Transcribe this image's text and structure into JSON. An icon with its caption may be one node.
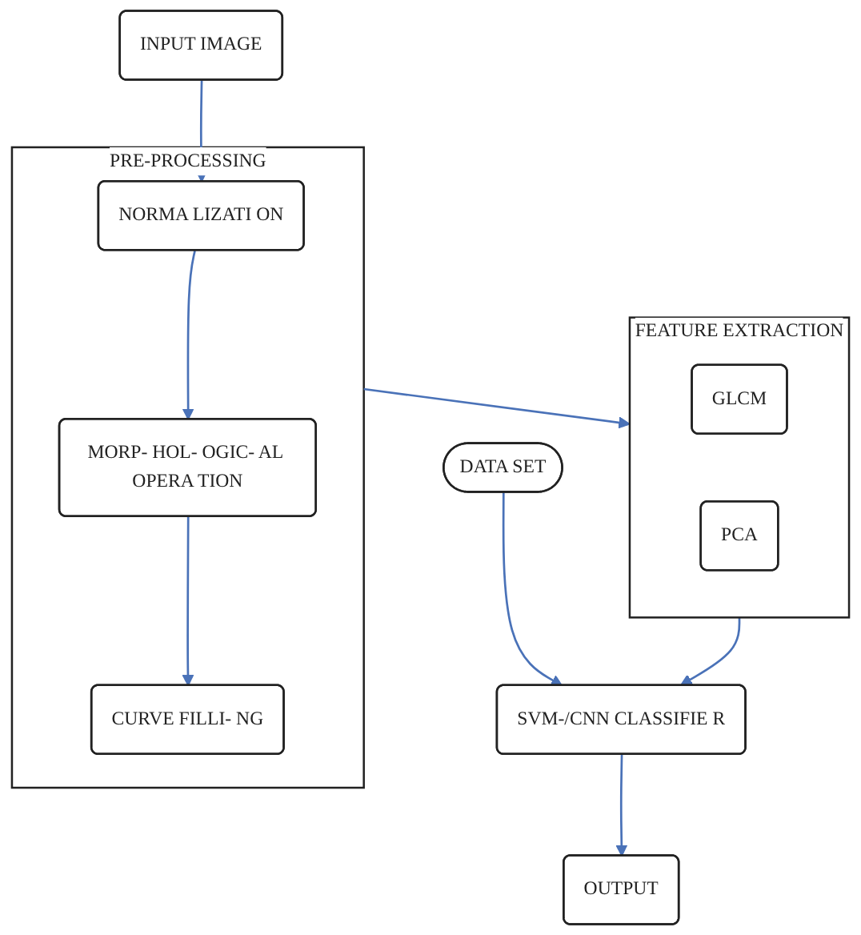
{
  "diagram": {
    "nodes": [
      {
        "text": [
          "INPUT IMAGE"
        ]
      },
      {
        "text": [
          "PRE-PROCESSING"
        ]
      },
      {
        "text": [
          "NORMA LIZATI ON"
        ],
        "in": 1
      },
      {
        "text": [
          "MORP- HOL- OGIC- AL OPERA TION"
        ],
        "in": 1
      },
      {
        "text": [
          "CURVE FILLI- NG"
        ],
        "in": 1
      },
      {
        "text": [
          "FEATURE EXTRACTION"
        ]
      },
      {
        "text": [
          "GLCM"
        ],
        "in": 5
      },
      {
        "text": [
          "PCA"
        ],
        "in": 5
      },
      {
        "text": [
          "DATA SET"
        ]
      },
      {
        "text": [
          "SVM-/CNN CLASSIFIE R"
        ]
      },
      {
        "text": [
          "OUTPUT"
        ]
      }
    ],
    "edges": [
      {
        "from": 0,
        "to": 2,
        "arrow": "to"
      },
      {
        "from": 2,
        "to": 3,
        "arrow": "to"
      },
      {
        "from": 3,
        "to": 4,
        "arrow": "to"
      },
      {
        "from": 1,
        "to": 5,
        "arrow": "to"
      },
      {
        "from": 8,
        "to": 9,
        "arrow": "to"
      },
      {
        "from": 5,
        "to": 9,
        "arrow": "to"
      },
      {
        "from": 9,
        "to": 10,
        "arrow": "to"
      }
    ]
  }
}
